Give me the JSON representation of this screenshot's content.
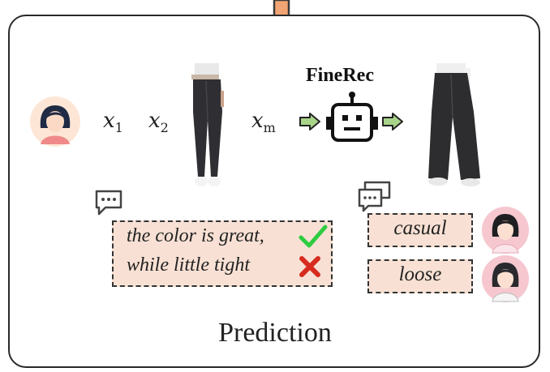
{
  "model_name": "FineRec",
  "sequence": {
    "items": [
      {
        "base": "x",
        "sub": "1"
      },
      {
        "base": "x",
        "sub": "2"
      },
      {
        "base": "x",
        "sub": "m"
      }
    ]
  },
  "review": {
    "line1": "the color is great,",
    "line2": "while little tight"
  },
  "attributes": [
    "casual",
    "loose"
  ],
  "footer_label": "Prediction",
  "colors": {
    "box_fill": "#f8e1d4",
    "arrow_top": "#f2a474",
    "arrow_green": "#a8d48a",
    "check": "#2ecc40",
    "cross": "#d62b1e",
    "avatar_bg": "#f6c7cf"
  }
}
